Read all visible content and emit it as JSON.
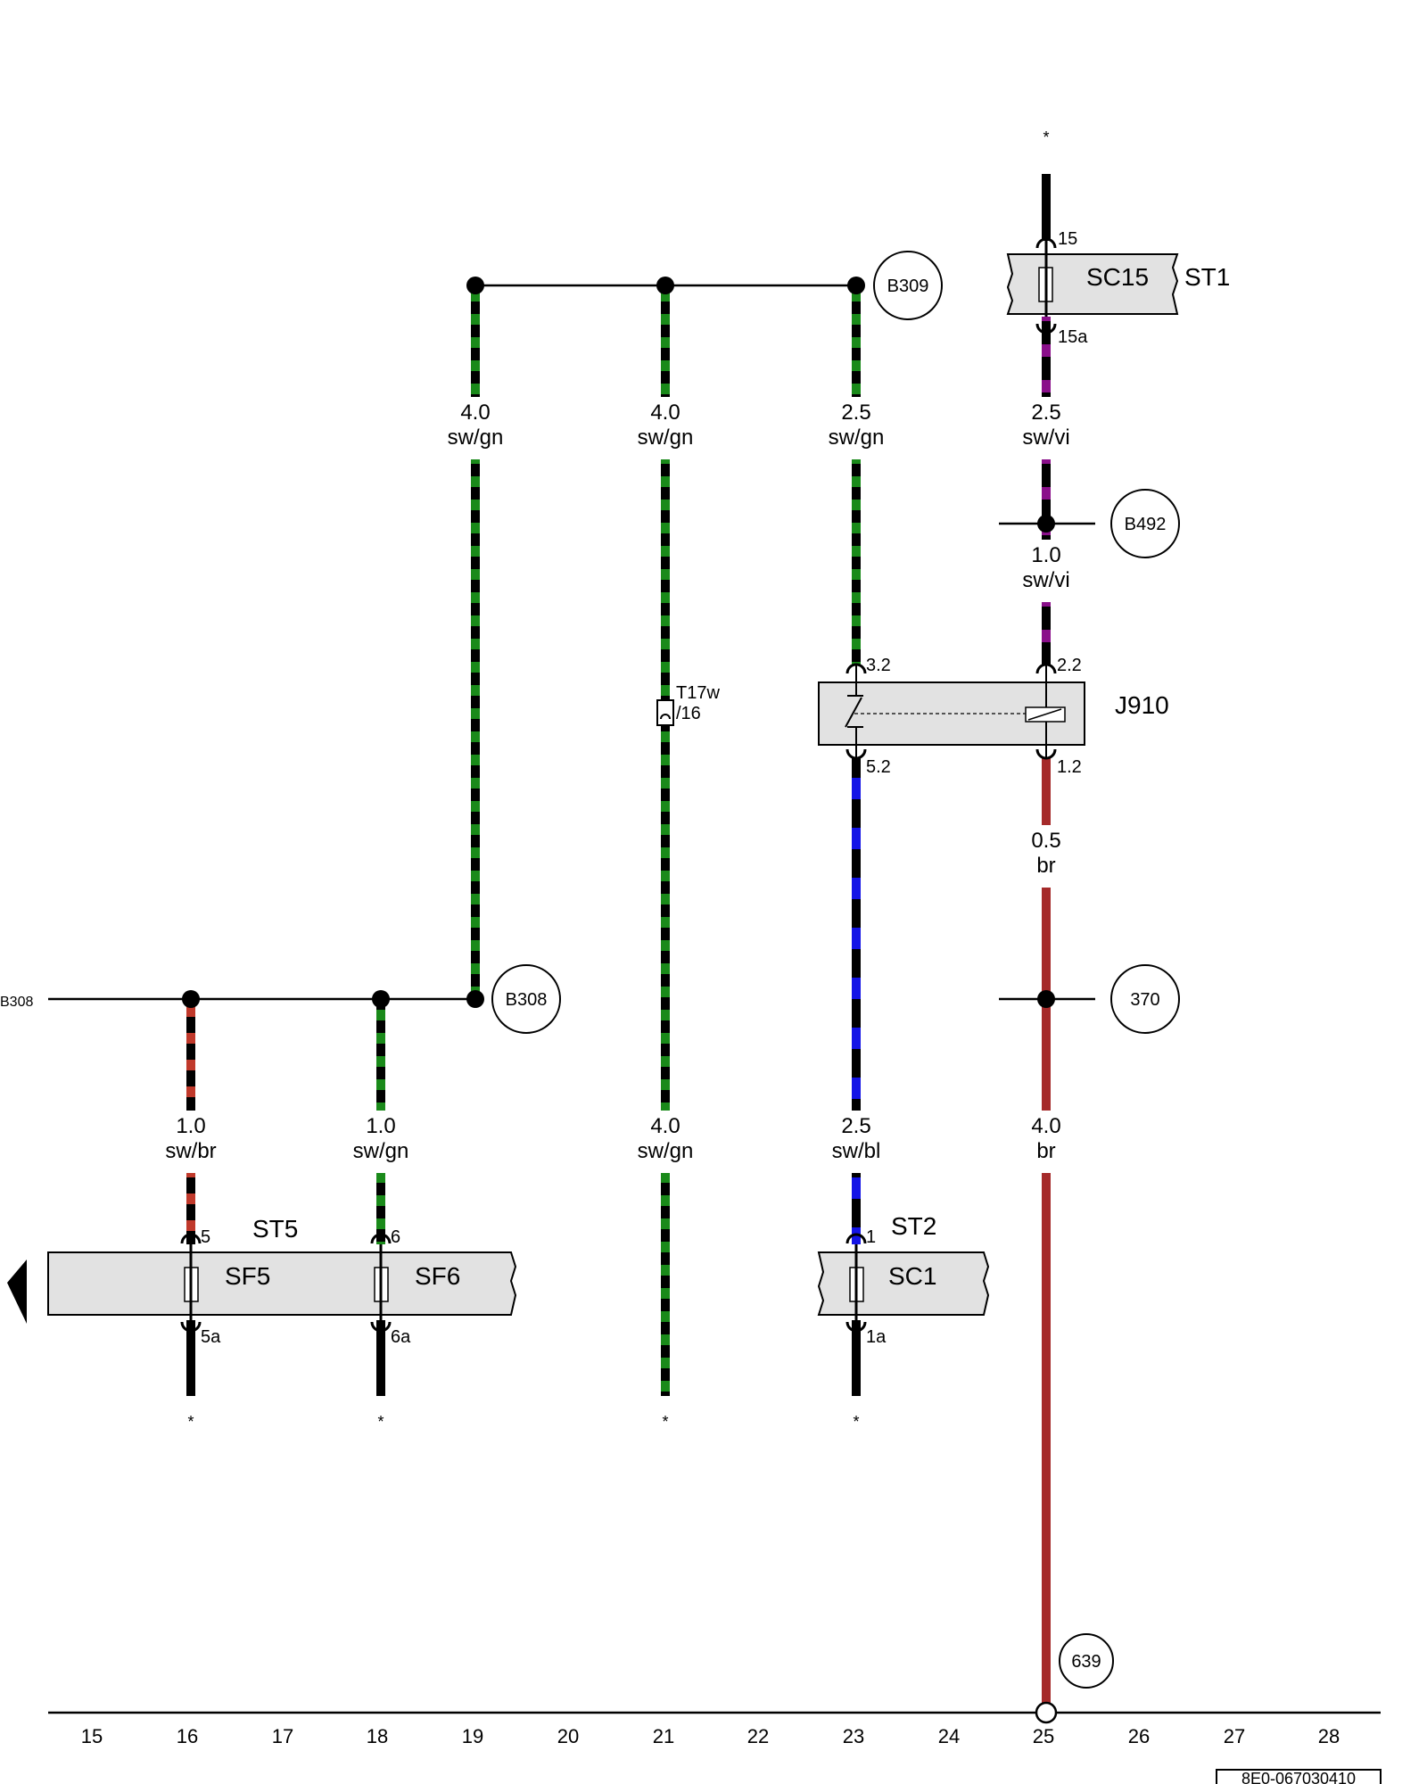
{
  "diagram": {
    "drawing_number": "8E0-067030410",
    "column_numbers": [
      "15",
      "16",
      "17",
      "18",
      "19",
      "20",
      "21",
      "22",
      "23",
      "24",
      "25",
      "26",
      "27",
      "28"
    ],
    "stars": [
      "*",
      "*",
      "*",
      "*",
      "*"
    ],
    "bus_labels": {
      "b308_left": "B308"
    },
    "connections": {
      "b308": "B308",
      "b309": "B309",
      "b492": "B492",
      "c370": "370",
      "c639": "639"
    },
    "components": {
      "st1": "ST1",
      "sc15": "SC15",
      "st2": "ST2",
      "sc1": "SC1",
      "st5": "ST5",
      "sf5": "SF5",
      "sf6": "SF6",
      "j910": "J910",
      "t17w": "T17w",
      "t17w_pin": "/16"
    },
    "pins": {
      "p15": "15",
      "p15a": "15a",
      "p32": "3.2",
      "p22": "2.2",
      "p52": "5.2",
      "p12": "1.2",
      "p5": "5",
      "p5a": "5a",
      "p6": "6",
      "p6a": "6a",
      "p1": "1",
      "p1a": "1a"
    },
    "wires": {
      "w19_top": {
        "size": "4.0",
        "color": "sw/gn"
      },
      "w21_top": {
        "size": "4.0",
        "color": "sw/gn"
      },
      "w23_top": {
        "size": "2.5",
        "color": "sw/gn"
      },
      "w25_top": {
        "size": "2.5",
        "color": "sw/vi"
      },
      "w25_mid": {
        "size": "1.0",
        "color": "sw/vi"
      },
      "w25_br1": {
        "size": "0.5",
        "color": "br"
      },
      "w16_low": {
        "size": "1.0",
        "color": "sw/br"
      },
      "w18_low": {
        "size": "1.0",
        "color": "sw/gn"
      },
      "w21_low": {
        "size": "4.0",
        "color": "sw/gn"
      },
      "w23_low": {
        "size": "2.5",
        "color": "sw/bl"
      },
      "w25_low": {
        "size": "4.0",
        "color": "br"
      }
    },
    "wire_colors": {
      "black": "#000000",
      "green": "#1a8a1a",
      "blue": "#1414e6",
      "violet": "#8a0f8a",
      "brown": "#a52a2a",
      "red": "#c0392b",
      "grey": "#e2e2e2"
    }
  }
}
